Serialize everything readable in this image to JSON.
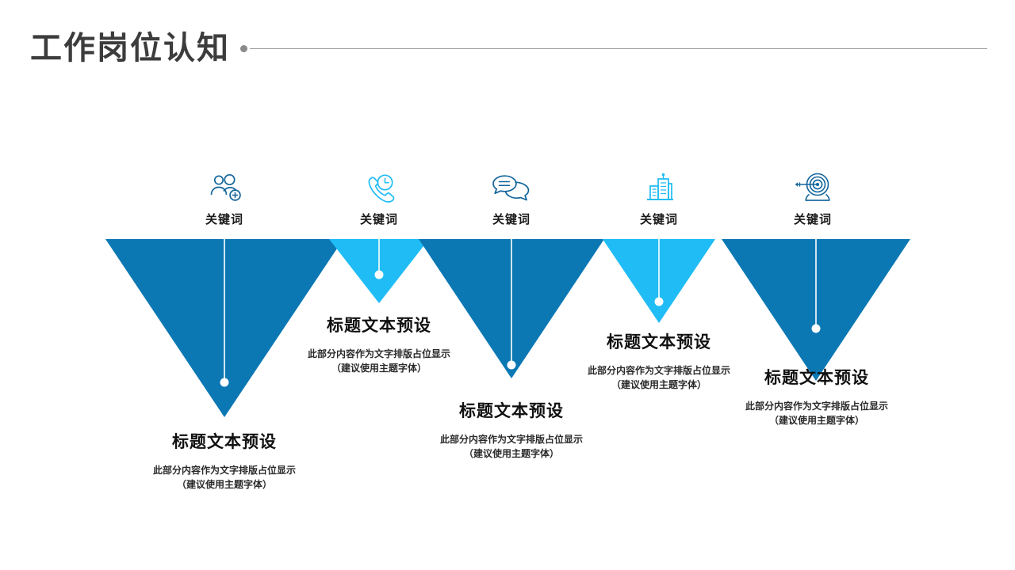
{
  "header": {
    "title": "工作岗位认知",
    "dot_color": "#8a8a8a",
    "line_color": "#9c9c9c"
  },
  "theme": {
    "dark_blue": "#0b78b4",
    "light_blue": "#1fbcf5",
    "white": "#ffffff",
    "title_color": "#3c3c3c",
    "text_color": "#111111"
  },
  "steps": [
    {
      "index": 1,
      "keyword": "关键词",
      "icon": "add-user-icon",
      "icon_color": "#12659b",
      "triangle_color": "#0b78b4",
      "title": "标题文本预设",
      "desc_line1": "此部分内容作为文字排版占位显示",
      "desc_line2": "（建议使用主题字体）"
    },
    {
      "index": 2,
      "keyword": "关键词",
      "icon": "phone-clock-icon",
      "icon_color": "#1fbcf5",
      "triangle_color": "#1fbcf5",
      "title": "标题文本预设",
      "desc_line1": "此部分内容作为文字排版占位显示",
      "desc_line2": "（建议使用主题字体）"
    },
    {
      "index": 3,
      "keyword": "关键词",
      "icon": "chat-bubbles-icon",
      "icon_color": "#12659b",
      "triangle_color": "#0b78b4",
      "title": "标题文本预设",
      "desc_line1": "此部分内容作为文字排版占位显示",
      "desc_line2": "（建议使用主题字体）"
    },
    {
      "index": 4,
      "keyword": "关键词",
      "icon": "city-buildings-icon",
      "icon_color": "#1fbcf5",
      "triangle_color": "#1fbcf5",
      "title": "标题文本预设",
      "desc_line1": "此部分内容作为文字排版占位显示",
      "desc_line2": "（建议使用主题字体）"
    },
    {
      "index": 5,
      "keyword": "关键词",
      "icon": "target-arrow-icon",
      "icon_color": "#12659b",
      "triangle_color": "#0b78b4",
      "title": "标题文本预设",
      "desc_line1": "此部分内容作为文字排版占位显示",
      "desc_line2": "（建议使用主题字体）"
    }
  ]
}
